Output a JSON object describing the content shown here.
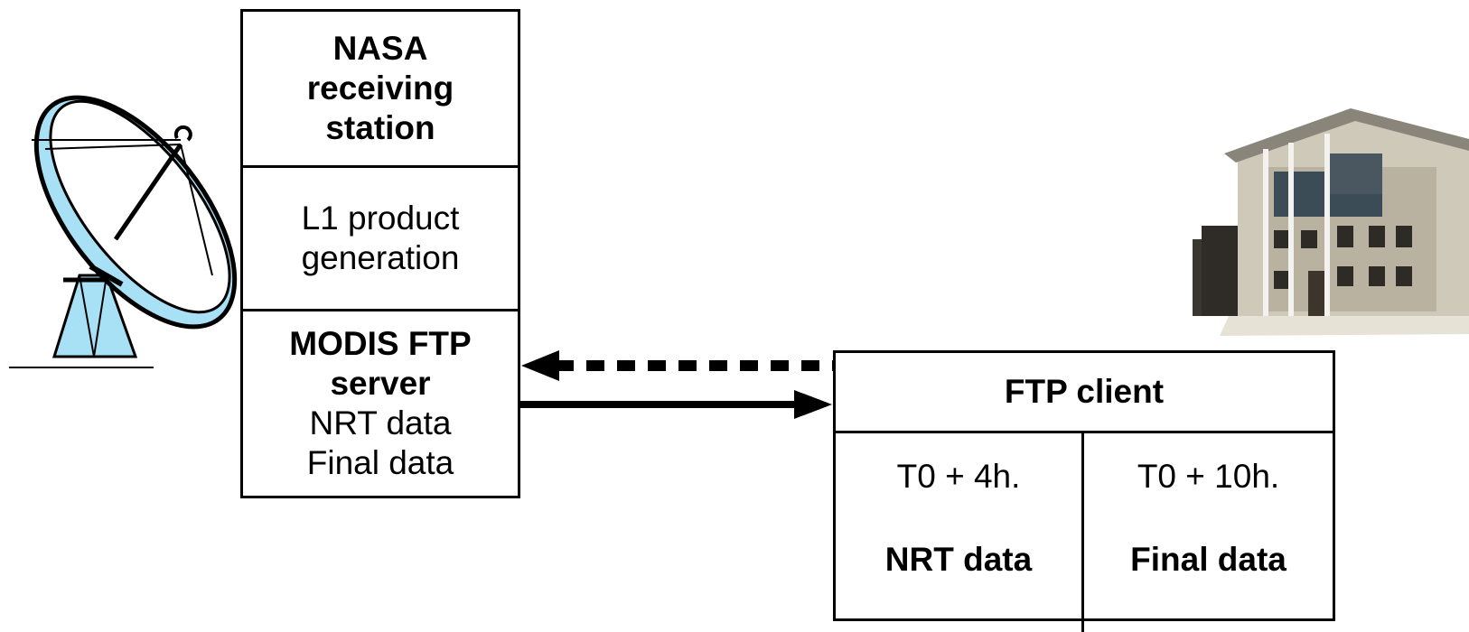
{
  "station": {
    "title_lines": [
      "NASA",
      "receiving",
      "station"
    ],
    "l1_lines": [
      "L1 product",
      "generation"
    ],
    "server_title_lines": [
      "MODIS FTP",
      "server"
    ],
    "server_items": [
      "NRT data",
      "Final data"
    ]
  },
  "client": {
    "title": "FTP client",
    "left": {
      "time": "T0 + 4h.",
      "label": "NRT data"
    },
    "right": {
      "time": "T0 + 10h.",
      "label": "Final data"
    }
  },
  "icons": {
    "dish": "satellite-dish-icon",
    "building": "institute-building-icon"
  },
  "colors": {
    "dish_fill": "#a8e0f5",
    "line": "#000000"
  }
}
